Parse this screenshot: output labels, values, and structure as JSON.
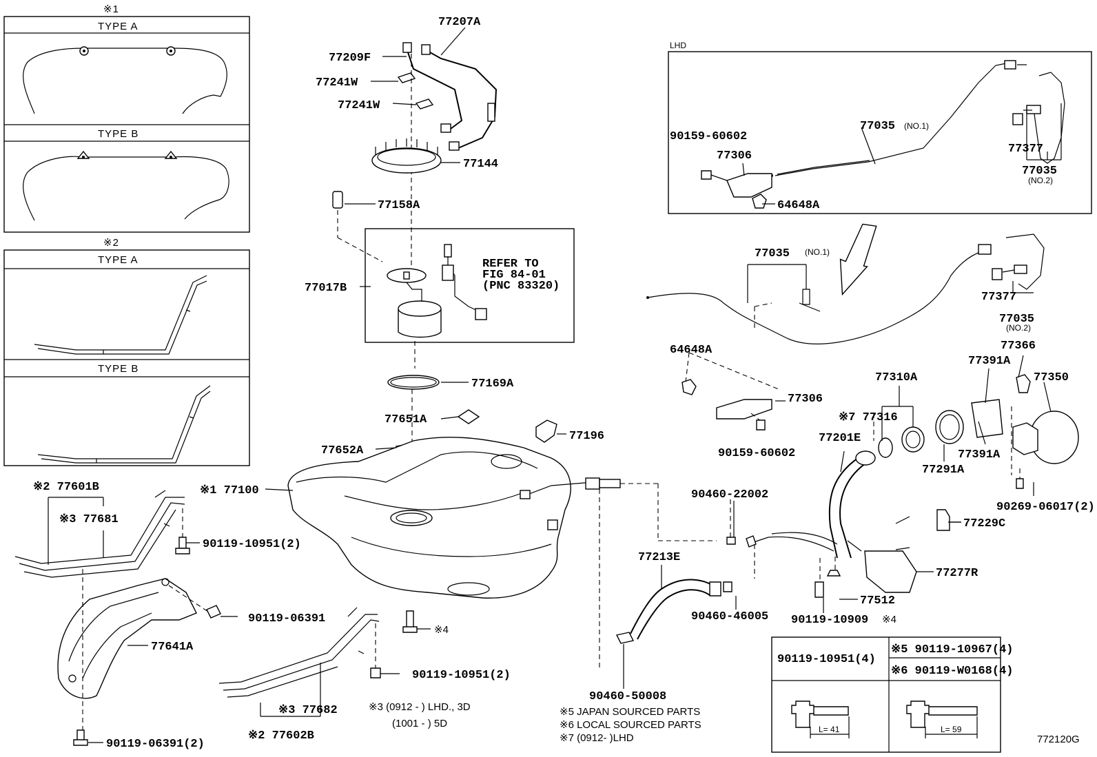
{
  "type_box_1": {
    "mark": "※1",
    "type_a": "TYPE  A",
    "type_b": "TYPE  B"
  },
  "type_box_2": {
    "mark": "※2",
    "type_a": "TYPE  A",
    "type_b": "TYPE  B"
  },
  "lhd_box": {
    "title": "LHD"
  },
  "refer_box": {
    "line1": "REFER TO",
    "line2": "FIG 84-01",
    "line3": "(PNC 83320)"
  },
  "labels": {
    "p77207A": "77207A",
    "p77209F": "77209F",
    "p77241W_a": "77241W",
    "p77241W_b": "77241W",
    "p77144": "77144",
    "p77158A": "77158A",
    "p77017B": "77017B",
    "p77169A": "77169A",
    "p77651A": "77651A",
    "p77652A": "77652A",
    "p77196": "77196",
    "p77100": "※1 77100",
    "p77601B": "※2 77601B",
    "p77681": "※3 77681",
    "p90119_10951_a": "90119-10951(2)",
    "p90119_06391_a": "90119-06391",
    "p77641A": "77641A",
    "p90119_06391_b": "90119-06391(2)",
    "p90119_10951_b": "90119-10951(2)",
    "p77682": "※3 77682",
    "p77602B": "※2 77602B",
    "star4": "※4",
    "lhd_90159": "90159-60602",
    "lhd_77306": "77306",
    "lhd_77035": "77035",
    "lhd_77035_no1": "(NO.1)",
    "lhd_77377": "77377",
    "lhd_77035b": "77035",
    "lhd_77035_no2": "(NO.2)",
    "lhd_64648A": "64648A",
    "m77035": "77035",
    "m77035_no1": "(NO.1)",
    "m77377": "77377",
    "m77035b": "77035",
    "m77035_no2": "(NO.2)",
    "m77366": "77366",
    "m64648A": "64648A",
    "m77306": "77306",
    "m90159": "90159-60602",
    "m77310A": "77310A",
    "m77391A_a": "77391A",
    "m77350": "77350",
    "m77316": "※7 77316",
    "m77201E": "77201E",
    "m77291A": "77291A",
    "m77391A_b": "77391A",
    "m90269": "90269-06017(2)",
    "m90460_22002": "90460-22002",
    "m77229C": "77229C",
    "m77213E": "77213E",
    "m77277R": "77277R",
    "m77512": "77512",
    "m90460_46005": "90460-46005",
    "m90119_10909": "90119-10909",
    "m_star4": "※4",
    "m90460_50008": "90460-50008"
  },
  "bolt_table": {
    "c1": "90119-10951(4)",
    "c2": "※5 90119-10967(4)",
    "c3": "※6 90119-W0168(4)",
    "len1": "L= 41",
    "len2": "L= 59"
  },
  "notes": {
    "n3a": "※3 (0912 -      )  LHD., 3D",
    "n3b": "(1001 -      )  5D",
    "n5": "※5 JAPAN SOURCED PARTS",
    "n6": "※6  LOCAL SOURCED PARTS",
    "n7": "※7 (0912-        )LHD",
    "fig": "772120G"
  }
}
